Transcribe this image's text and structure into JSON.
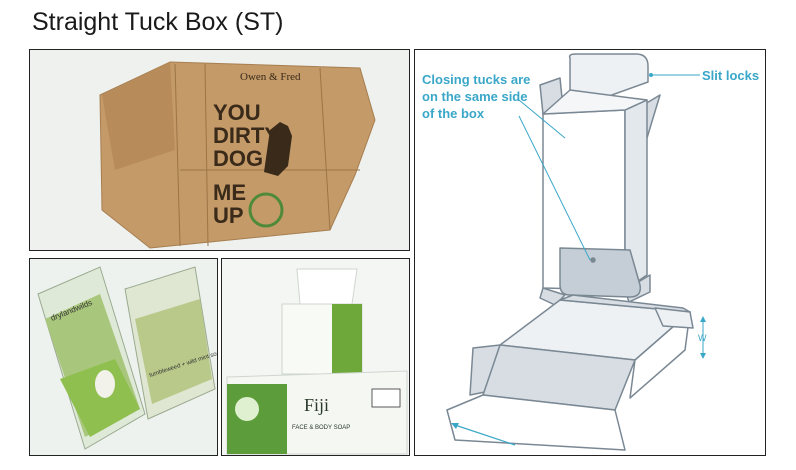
{
  "page": {
    "title": "Straight Tuck Box (ST)"
  },
  "photo_kraft": {
    "brand": "Owen & Fred",
    "slogan_line1": "YOU",
    "slogan_line2": "DIRTY",
    "slogan_line3": "DOG",
    "slogan_line4": "ME",
    "slogan_line5": "UP"
  },
  "photo_soap_left": {
    "brand": "drylandwilds",
    "product": "tumbleweed + wild mint soap"
  },
  "photo_soap_right": {
    "brand": "Fiji",
    "product": "FACE & BODY SOAP"
  },
  "diagram": {
    "callout_closing_tucks": "Closing tucks are on the same side of the box",
    "callout_slit_locks": "Slit locks",
    "dimension_w": "W",
    "colors": {
      "accent": "#3aa7c8",
      "line": "#7a8894",
      "fill_light": "#eef1f4",
      "fill_mid": "#d7dde3"
    }
  }
}
